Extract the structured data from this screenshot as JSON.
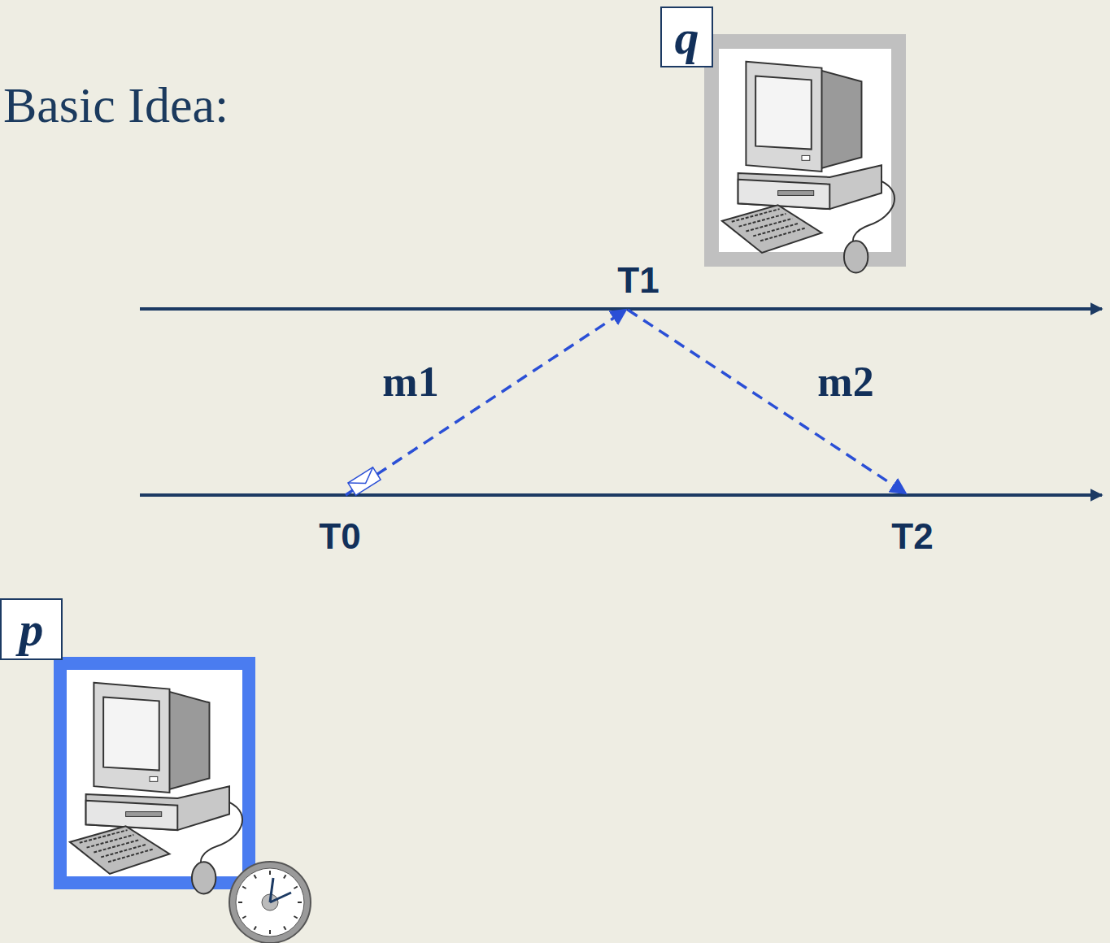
{
  "diagram": {
    "title": "Basic Idea:",
    "nodes": [
      {
        "text": [
          "q"
        ]
      },
      {
        "text": [
          "p"
        ]
      }
    ],
    "labels": [
      "T1",
      "m1",
      "m2",
      "T0",
      "T2"
    ]
  }
}
